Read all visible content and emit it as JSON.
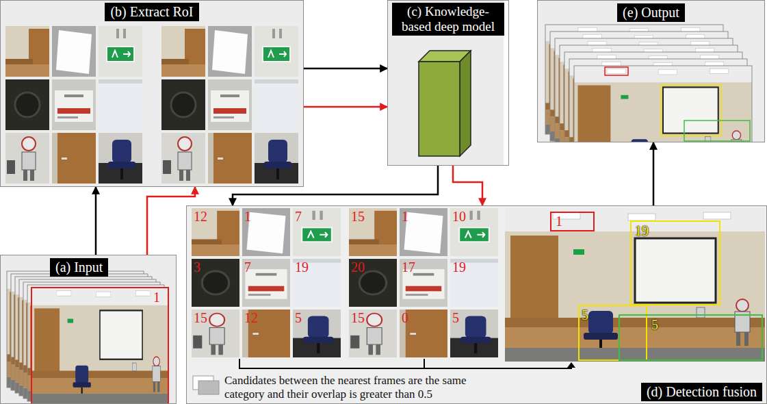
{
  "diagram": {
    "nodes": [
      {
        "text": [
          "(a) Input"
        ]
      },
      {
        "text": [
          "(b) Extract RoI"
        ]
      },
      {
        "text": [
          "(c) Knowledge- based deep model"
        ]
      },
      {
        "text": [
          "(d) Detection fusion"
        ]
      },
      {
        "text": [
          "(e) Output"
        ]
      }
    ],
    "edges": [
      {
        "from": 0,
        "to": 1,
        "arrow": "to"
      },
      {
        "from": 0,
        "to": 1,
        "arrow": "to"
      },
      {
        "from": 1,
        "to": 2,
        "arrow": "to"
      },
      {
        "from": 1,
        "to": 2,
        "arrow": "to"
      },
      {
        "from": 2,
        "to": 3,
        "arrow": "to"
      },
      {
        "from": 2,
        "to": 3,
        "arrow": "to"
      },
      {
        "from": 3,
        "to": 4,
        "arrow": "to"
      }
    ],
    "labels": [
      "1",
      "12",
      "1",
      "7",
      "3",
      "7",
      "19",
      "15",
      "12",
      "5",
      "15",
      "1",
      "10",
      "20",
      "17",
      "19",
      "15",
      "0",
      "5",
      "1",
      "19",
      "5",
      "5"
    ],
    "legend": [
      {
        "text": "Candidates between the nearest frames are the same category and their overlap is greater than 0.5"
      }
    ]
  }
}
